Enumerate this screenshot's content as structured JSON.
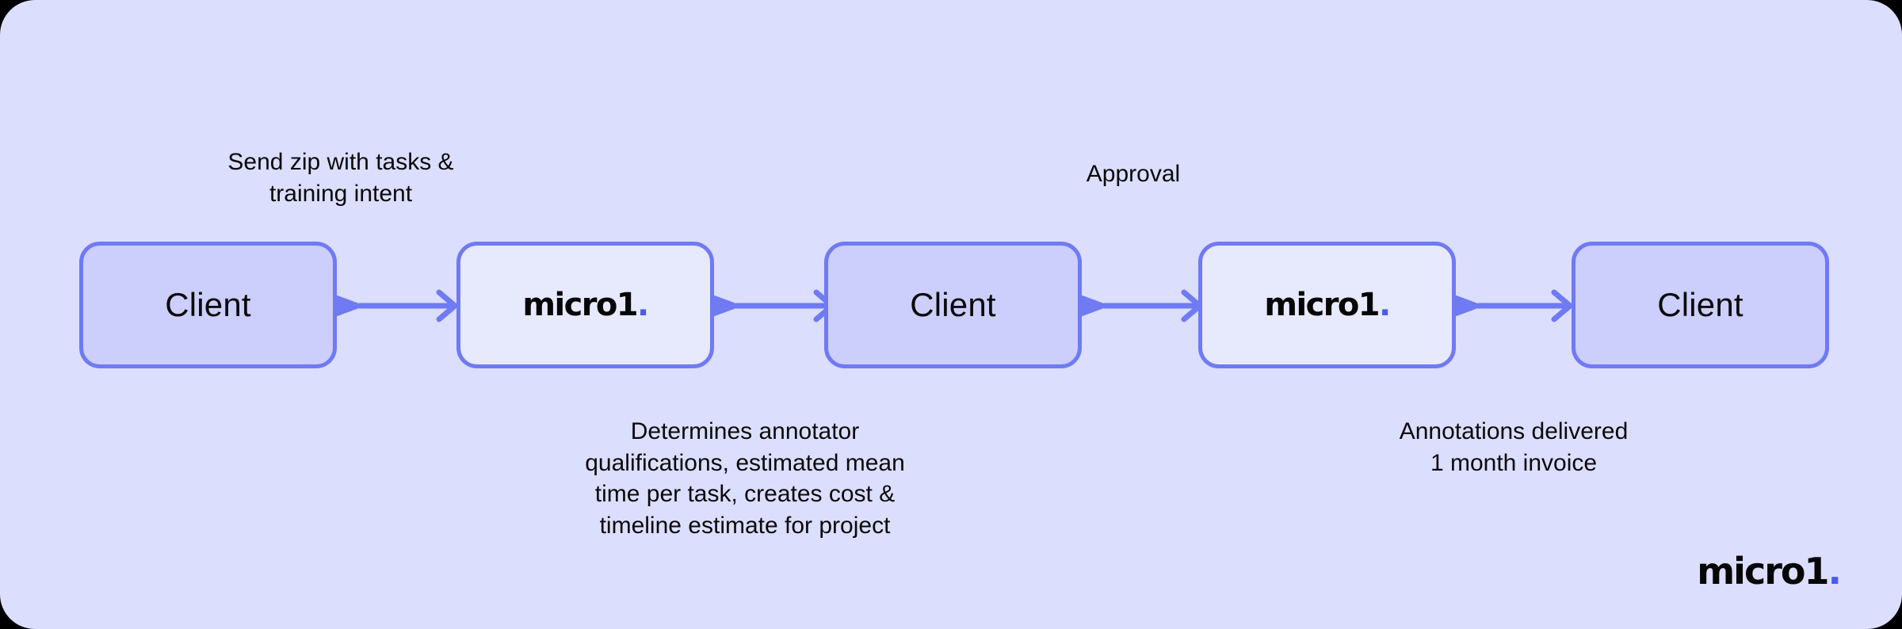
{
  "panel": {
    "background_color": "#dcdefd",
    "corner_radius": "44px"
  },
  "theme": {
    "accent_color": "#6f7af3",
    "logo_dot_color": "#4a59ef",
    "client_box_fill": "#ccceFB",
    "vendor_box_fill": "#e7e9fd",
    "text_color": "#0a0a0a"
  },
  "flow": {
    "nodes": [
      {
        "id": "client-1",
        "type": "client",
        "label": "Client"
      },
      {
        "id": "micro1-1",
        "type": "vendor",
        "label": "micro1",
        "dot": "."
      },
      {
        "id": "client-2",
        "type": "client",
        "label": "Client"
      },
      {
        "id": "micro1-2",
        "type": "vendor",
        "label": "micro1",
        "dot": "."
      },
      {
        "id": "client-3",
        "type": "client",
        "label": "Client"
      }
    ],
    "arrows": [
      {
        "id": "arrow-1",
        "from": "client-1",
        "to": "micro1-1"
      },
      {
        "id": "arrow-2",
        "from": "micro1-1",
        "to": "client-2"
      },
      {
        "id": "arrow-3",
        "from": "client-2",
        "to": "micro1-2"
      },
      {
        "id": "arrow-4",
        "from": "micro1-2",
        "to": "client-3"
      }
    ]
  },
  "captions": {
    "send_zip": "Send zip with tasks &\ntraining intent",
    "approval": "Approval",
    "determines": "Determines annotator\nqualifications, estimated mean\ntime per task, creates cost &\ntimeline estimate for project",
    "annotations": "Annotations delivered\n1 month invoice"
  },
  "footer": {
    "logo_text": "micro1",
    "logo_dot": "."
  }
}
